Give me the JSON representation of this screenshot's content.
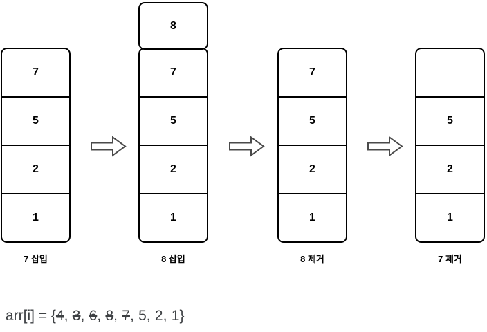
{
  "stacks": [
    {
      "label": "7 삽입",
      "cells": [
        "7",
        "5",
        "2",
        "1"
      ]
    },
    {
      "label": "8 삽입",
      "pushed": "8",
      "cells": [
        "7",
        "5",
        "2",
        "1"
      ]
    },
    {
      "label": "8 제거",
      "cells": [
        "7",
        "5",
        "2",
        "1"
      ]
    },
    {
      "label": "7 제거",
      "cells": [
        "",
        "5",
        "2",
        "1"
      ]
    }
  ],
  "formula": {
    "prefix": "arr[i] = {",
    "separator": ",",
    "suffix": "}",
    "items": [
      {
        "text": "4",
        "struck": true
      },
      {
        "text": "3",
        "struck": true
      },
      {
        "text": "6",
        "struck": true
      },
      {
        "text": "8",
        "struck": true
      },
      {
        "text": "7",
        "struck": true
      },
      {
        "text": "5",
        "struck": false
      },
      {
        "text": "2",
        "struck": false
      },
      {
        "text": "1",
        "struck": false
      }
    ]
  },
  "colors": {
    "background": "#ffffff",
    "box_border": "#000000",
    "cell_text": "#000000",
    "label_text": "#000000",
    "arrow_stroke": "#4a4a4a",
    "arrow_fill": "#ffffff",
    "formula_text": "#3d4043"
  }
}
